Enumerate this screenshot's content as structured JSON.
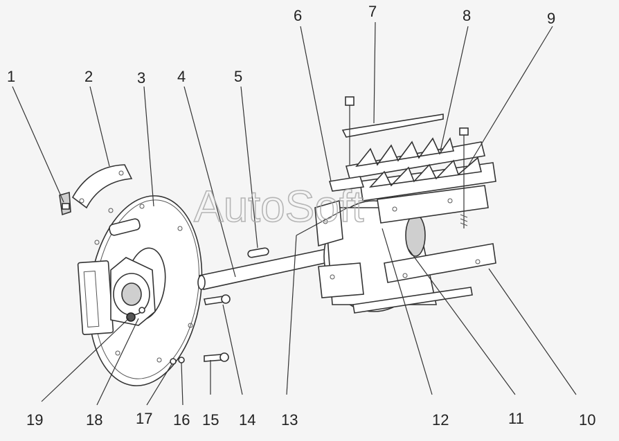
{
  "callouts": [
    "1",
    "2",
    "3",
    "4",
    "5",
    "6",
    "7",
    "8",
    "9",
    "10",
    "11",
    "12",
    "13",
    "14",
    "15",
    "16",
    "17",
    "18",
    "19"
  ],
  "watermark": "AutoSoft"
}
